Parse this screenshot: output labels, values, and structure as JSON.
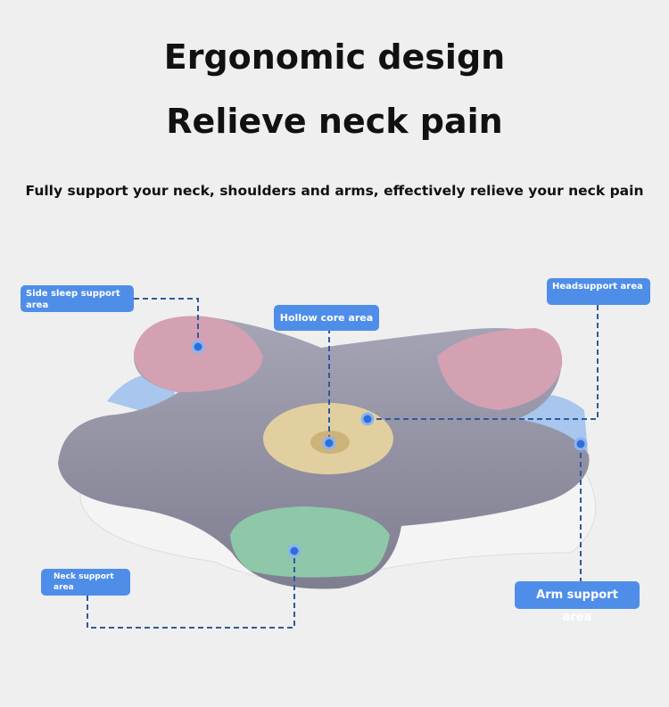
{
  "header": {
    "title": "Ergonomic design",
    "subtitle": "Relieve neck pain",
    "tagline": "Fully support your neck, shoulders and arms, effectively relieve your neck pain"
  },
  "labels": {
    "side_sleep": "Side sleep support area",
    "hollow_core": "Hollow core area",
    "head_support": "Headsupport area",
    "neck_support": "Neck support area",
    "arm_support": "Arm support area"
  },
  "colors": {
    "label_bg": "#4f8ee8",
    "pillow_gray": "#8c8b9d",
    "pink_zone": "#d4a1b2",
    "green_zone": "#8fc7a9",
    "core_zone": "#e2cfa0"
  }
}
